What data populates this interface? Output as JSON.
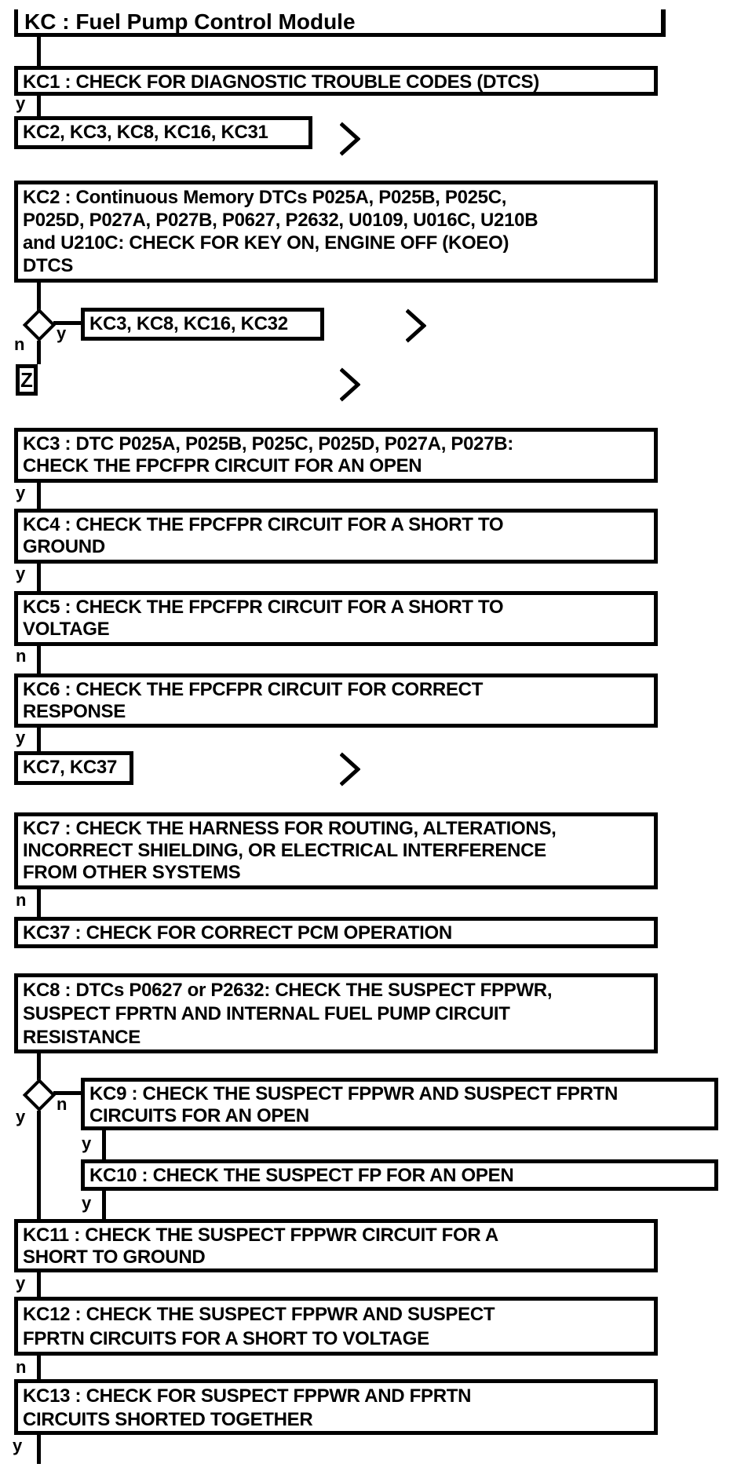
{
  "title": {
    "text": "KC : Fuel Pump Control Module"
  },
  "labels": {
    "yes": "y",
    "no": "n",
    "z_connector": "Z"
  },
  "icons": {
    "chevron_right": "continuation-arrow"
  },
  "colors": {
    "ink": "#000000",
    "background": "#ffffff"
  },
  "boxes": {
    "kc1": {
      "lines": [
        "KC1 : CHECK FOR DIAGNOSTIC TROUBLE CODES (DTCS)"
      ]
    },
    "ref1": {
      "lines": [
        "KC2, KC3, KC8, KC16, KC31"
      ]
    },
    "kc2": {
      "lines": [
        "KC2 : Continuous Memory DTCs P025A, P025B, P025C,",
        "P025D, P027A, P027B, P0627, P2632, U0109, U016C, U210B",
        "and U210C: CHECK FOR KEY ON, ENGINE OFF (KOEO)",
        "DTCS"
      ]
    },
    "ref2": {
      "lines": [
        "KC3, KC8, KC16, KC32"
      ]
    },
    "kc3": {
      "lines": [
        "KC3 : DTC P025A, P025B, P025C, P025D, P027A, P027B:",
        "CHECK THE FPCFPR CIRCUIT FOR AN OPEN"
      ]
    },
    "kc4": {
      "lines": [
        "KC4 : CHECK THE FPCFPR CIRCUIT FOR A SHORT TO",
        "GROUND"
      ]
    },
    "kc5": {
      "lines": [
        "KC5 : CHECK THE FPCFPR CIRCUIT FOR A SHORT TO",
        "VOLTAGE"
      ]
    },
    "kc6": {
      "lines": [
        "KC6 : CHECK THE FPCFPR CIRCUIT FOR CORRECT",
        "RESPONSE"
      ]
    },
    "ref3": {
      "lines": [
        "KC7, KC37"
      ]
    },
    "kc7": {
      "lines": [
        "KC7 : CHECK THE HARNESS FOR ROUTING, ALTERATIONS,",
        "INCORRECT SHIELDING, OR ELECTRICAL INTERFERENCE",
        "FROM OTHER SYSTEMS"
      ]
    },
    "kc37": {
      "lines": [
        "KC37 : CHECK FOR CORRECT PCM OPERATION"
      ]
    },
    "kc8": {
      "lines": [
        "KC8 : DTCs P0627 or P2632: CHECK THE SUSPECT FPPWR,",
        "SUSPECT FPRTN AND INTERNAL FUEL PUMP CIRCUIT",
        "RESISTANCE"
      ]
    },
    "kc9": {
      "lines": [
        "KC9 : CHECK THE SUSPECT FPPWR AND SUSPECT FPRTN",
        "CIRCUITS FOR AN OPEN"
      ]
    },
    "kc10": {
      "lines": [
        "KC10 : CHECK THE SUSPECT FP FOR AN OPEN"
      ]
    },
    "kc11": {
      "lines": [
        "KC11 : CHECK THE SUSPECT FPPWR CIRCUIT FOR A",
        "SHORT TO GROUND"
      ]
    },
    "kc12": {
      "lines": [
        "KC12 : CHECK THE SUSPECT FPPWR AND SUSPECT",
        "FPRTN CIRCUITS FOR A SHORT TO VOLTAGE"
      ]
    },
    "kc13": {
      "lines": [
        "KC13 : CHECK FOR SUSPECT FPPWR AND FPRTN",
        "CIRCUITS SHORTED TOGETHER"
      ]
    }
  }
}
